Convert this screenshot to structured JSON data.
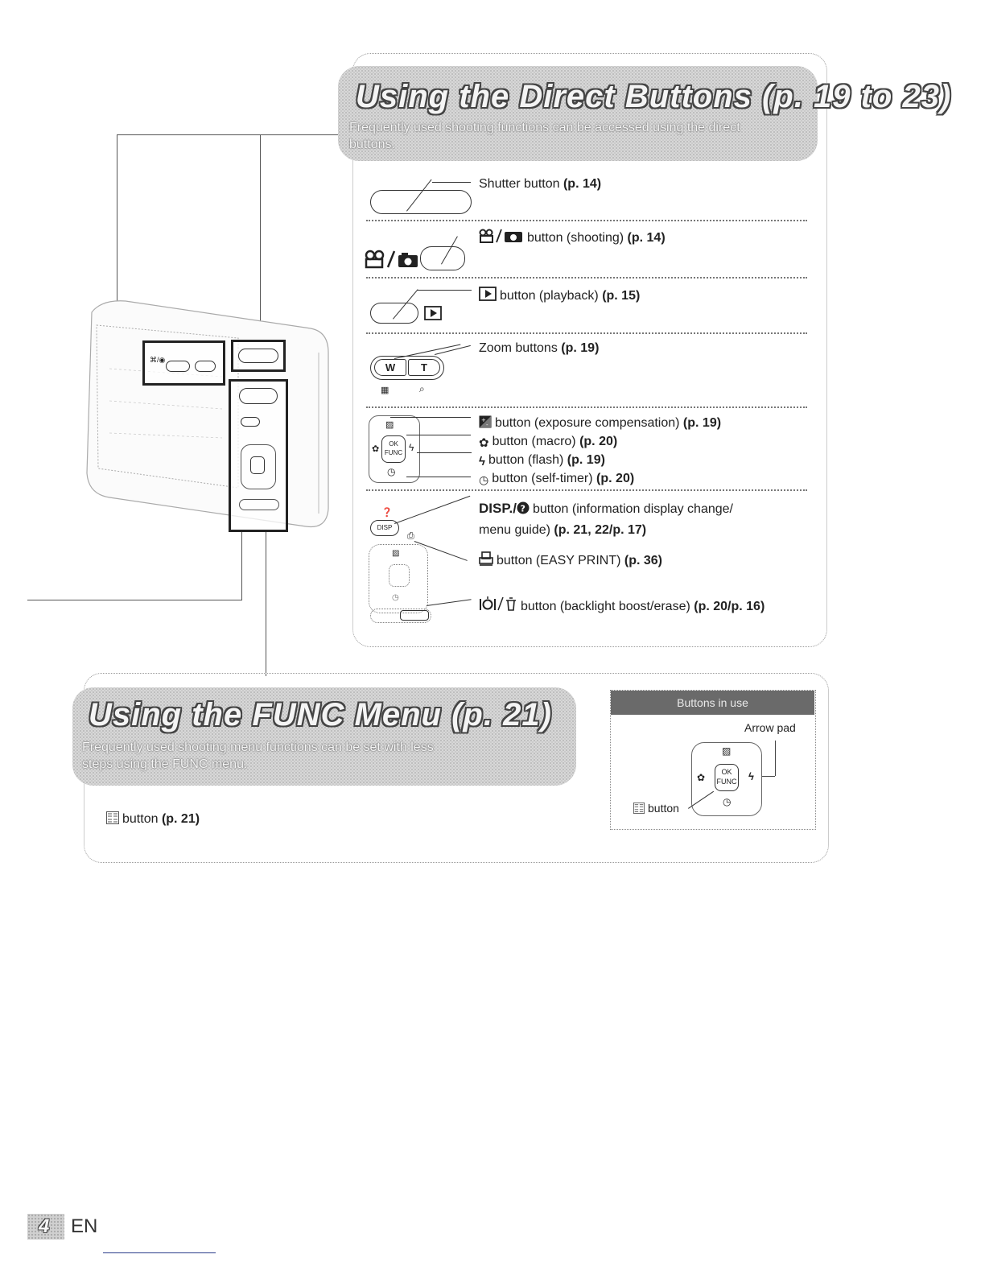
{
  "direct": {
    "title": "Using the Direct Buttons (p. 19 to 23)",
    "subtitle": "Frequently used shooting functions can be accessed using the direct buttons.",
    "rows": [
      {
        "label": "Shutter button",
        "ref": "(p. 14)"
      },
      {
        "label": "button (shooting)",
        "ref": "(p. 14)"
      },
      {
        "label": "button (playback)",
        "ref": "(p. 15)"
      },
      {
        "label": "Zoom buttons",
        "ref": "(p. 19)"
      }
    ],
    "arrow_items": [
      {
        "label": "button (exposure compensation)",
        "ref": "(p. 19)"
      },
      {
        "label": "button (macro)",
        "ref": "(p. 20)"
      },
      {
        "label": "button (flash)",
        "ref": "(p. 19)"
      },
      {
        "label": "button (self-timer)",
        "ref": "(p. 20)"
      }
    ],
    "disp_prefix": "DISP./",
    "disp_label": "button (information display change/",
    "disp_label2": "menu guide)",
    "disp_ref": "(p. 21, 22/p. 17)",
    "print_label": "button (EASY PRINT)",
    "print_ref": "(p. 36)",
    "erase_label": "button (backlight boost/erase)",
    "erase_ref": "(p. 20/p. 16)",
    "zoom_w": "W",
    "zoom_t": "T",
    "disp_btn": "DISP",
    "ok_btn": "OK",
    "func_btn": "FUNC"
  },
  "func": {
    "title": "Using the FUNC Menu (p. 21)",
    "subtitle_line1": "Frequently used shooting menu functions can be set with less",
    "subtitle_line2": "steps using the FUNC menu.",
    "button_label": "button",
    "button_ref": "(p. 21)",
    "inset_title": "Buttons in use",
    "inset_arrow_label": "Arrow pad",
    "inset_button_label": "button"
  },
  "footer": {
    "page_number": "4",
    "lang": "EN"
  }
}
